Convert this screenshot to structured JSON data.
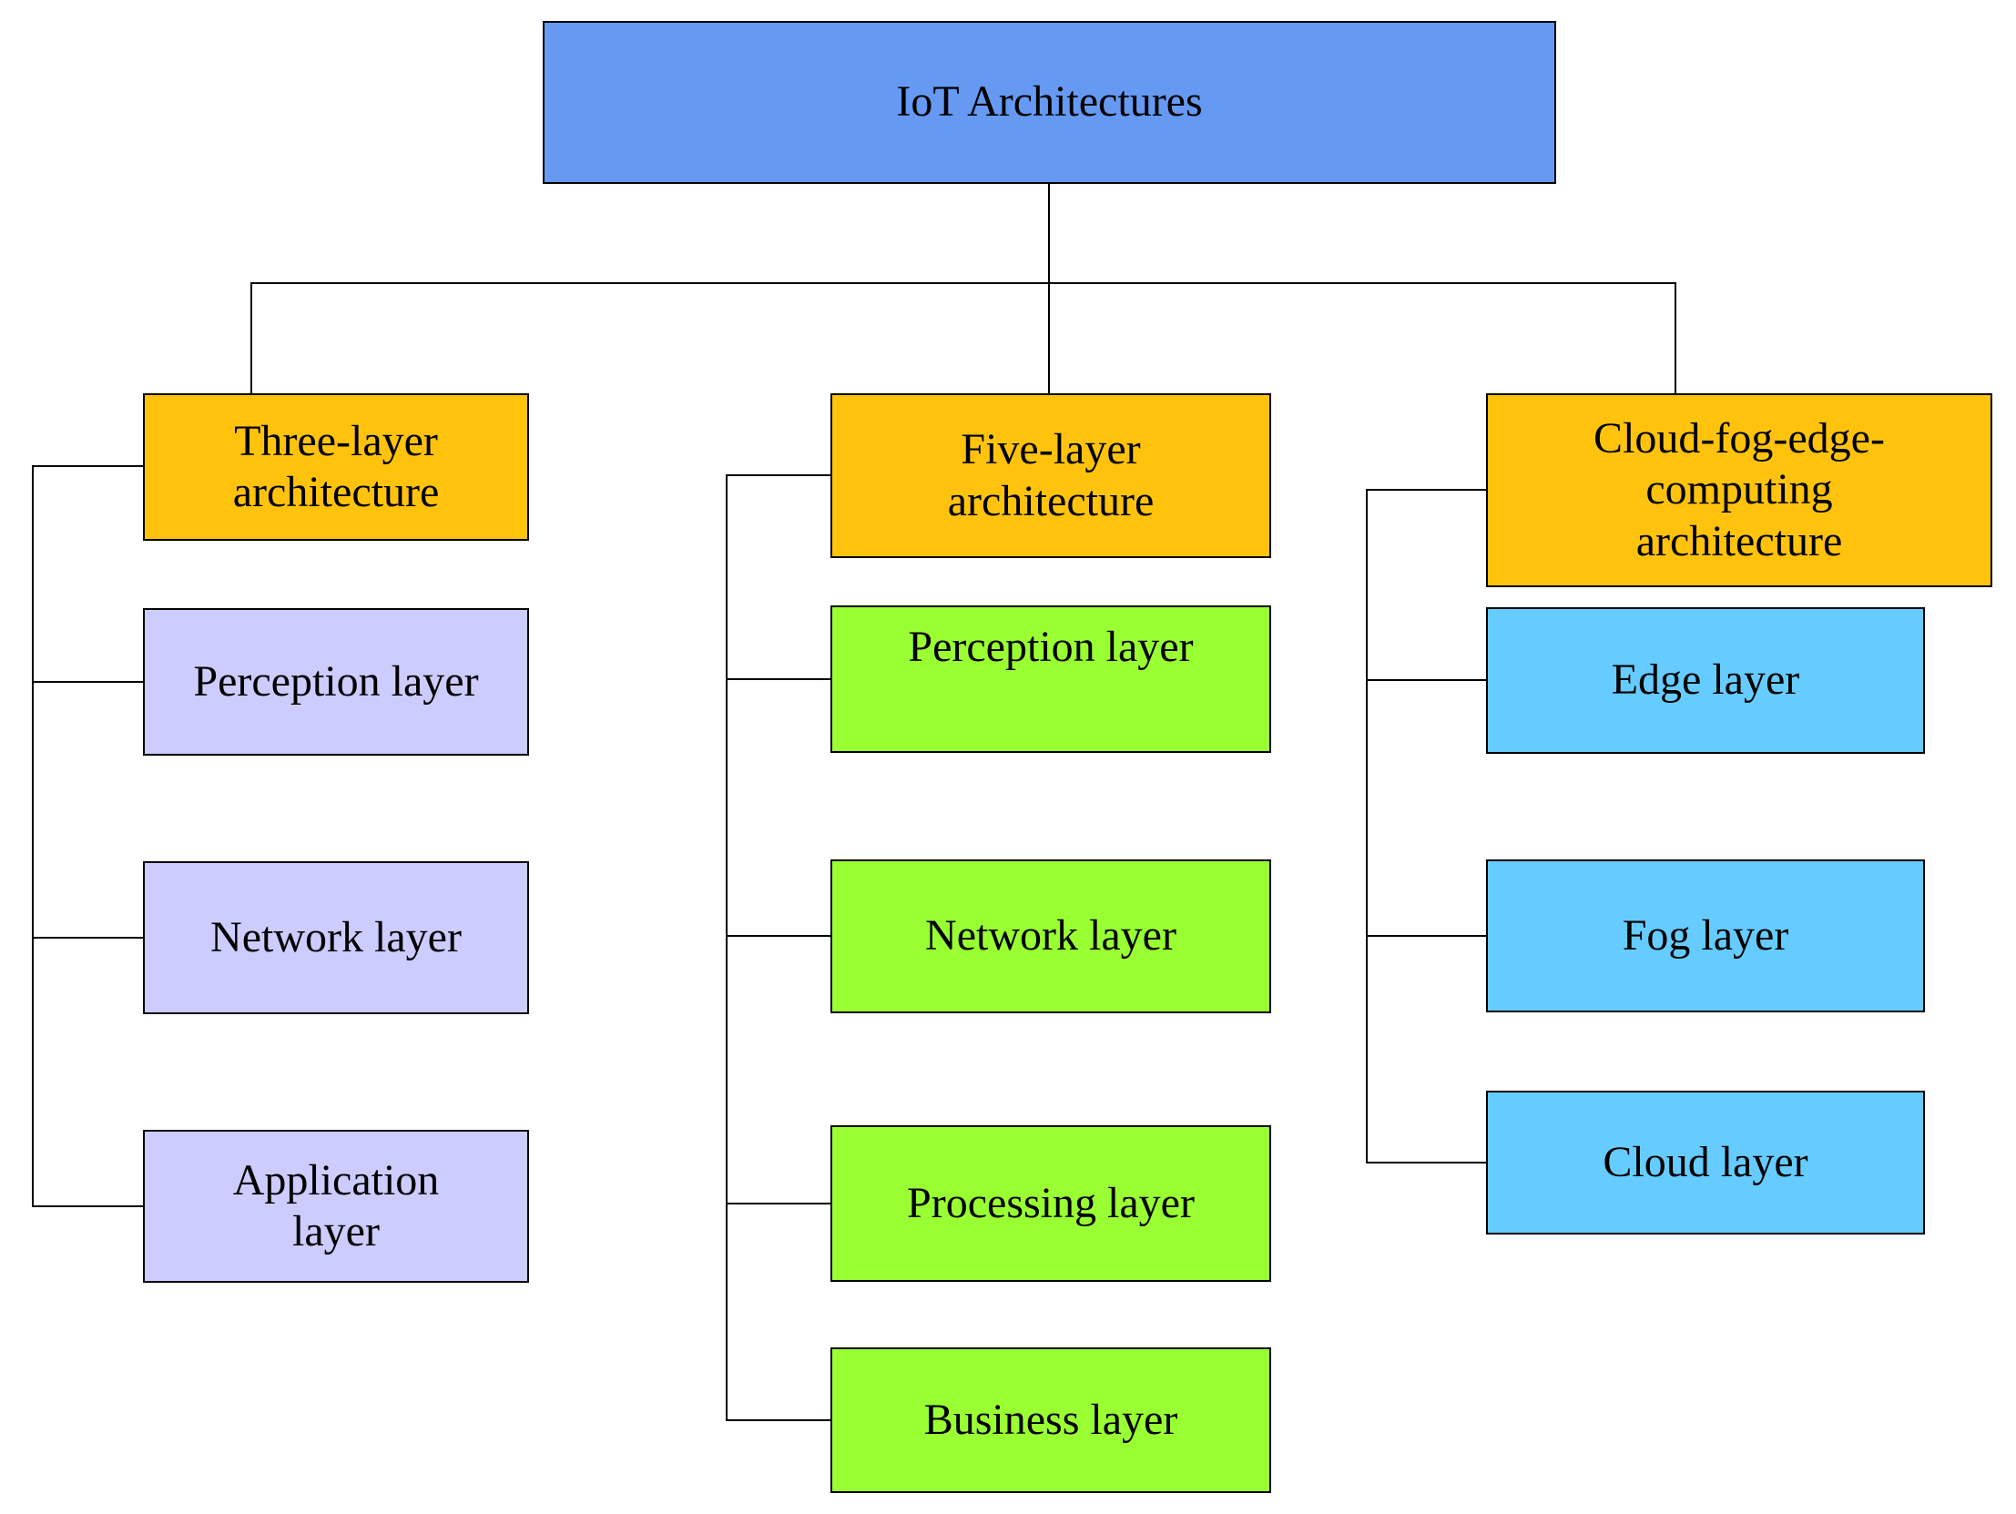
{
  "diagram": {
    "title": "IoT Architectures hierarchy diagram",
    "background_color": "#FFFFFF",
    "connector_color": "#000000",
    "text_color": "#000000",
    "root": {
      "label": "IoT Architectures",
      "color": "#6699F2"
    },
    "columns": [
      {
        "parent": {
          "label": "Three-layer\narchitecture",
          "color": "#FFC30D"
        },
        "children": [
          {
            "label": "Perception layer",
            "color": "#CCCCFF"
          },
          {
            "label": "Network layer",
            "color": "#CCCCFF"
          },
          {
            "label": "Application\nlayer",
            "color": "#CCCCFF"
          }
        ]
      },
      {
        "parent": {
          "label": "Five-layer\narchitecture",
          "color": "#FFC30D"
        },
        "children": [
          {
            "label": "Perception layer",
            "color": "#99FF33"
          },
          {
            "label": "Network layer",
            "color": "#99FF33"
          },
          {
            "label": "Processing layer",
            "color": "#99FF33"
          },
          {
            "label": "Business layer",
            "color": "#99FF33"
          }
        ]
      },
      {
        "parent": {
          "label": "Cloud-fog-edge-\ncomputing\narchitecture",
          "color": "#FFC30D"
        },
        "children": [
          {
            "label": "Edge layer",
            "color": "#66CCFF"
          },
          {
            "label": "Fog layer",
            "color": "#66CCFF"
          },
          {
            "label": "Cloud layer",
            "color": "#66CCFF"
          }
        ]
      }
    ]
  }
}
